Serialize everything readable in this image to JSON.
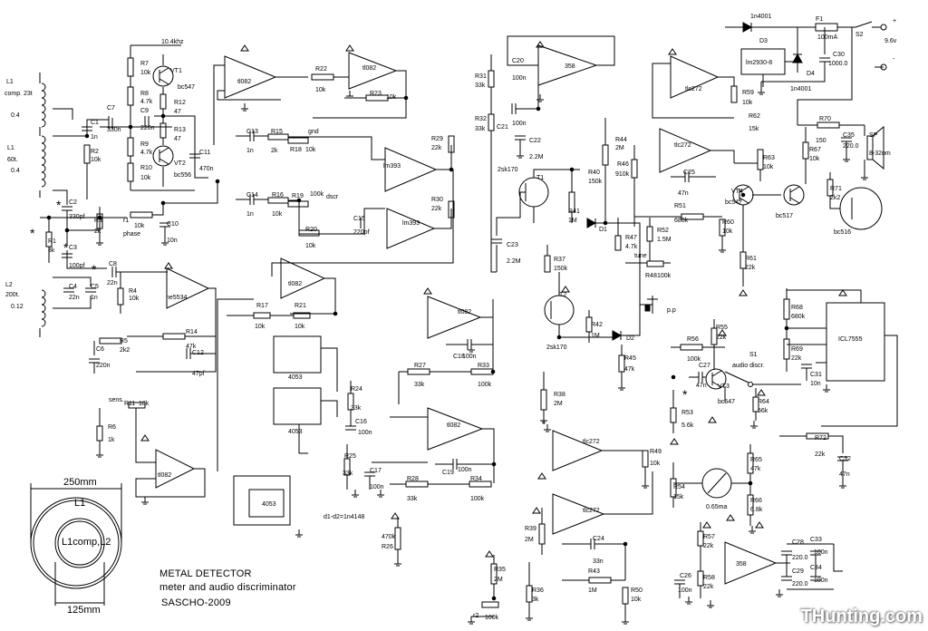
{
  "title": {
    "line1": "METAL DETECTOR",
    "line2": "meter and audio discriminator",
    "line3": "SASCHO-2009"
  },
  "watermark": "THunting.com",
  "coil": {
    "outer_dim": "250mm",
    "inner_dim": "125mm",
    "outer_label": "L1",
    "inner_label": "L1comp,L2"
  },
  "labels": [
    {
      "id": "l1c",
      "t": "L1"
    },
    {
      "id": "l1c2",
      "t": "comp. 23t"
    },
    {
      "id": "l1c3",
      "t": "0.4"
    },
    {
      "id": "l1",
      "t": "L1"
    },
    {
      "id": "l1b",
      "t": "60t."
    },
    {
      "id": "l1d",
      "t": "0.4"
    },
    {
      "id": "l2",
      "t": "L2"
    },
    {
      "id": "l2b",
      "t": "200t."
    },
    {
      "id": "l2c",
      "t": "0.12"
    },
    {
      "id": "f",
      "t": "10.4khz"
    },
    {
      "id": "r7",
      "t": "R7"
    },
    {
      "id": "r7v",
      "t": "10k"
    },
    {
      "id": "vt1",
      "t": "VT1"
    },
    {
      "id": "bc547a",
      "t": "bc547"
    },
    {
      "id": "r8",
      "t": "R8"
    },
    {
      "id": "r8v",
      "t": "4.7k"
    },
    {
      "id": "r12",
      "t": "R12"
    },
    {
      "id": "r12v",
      "t": "47"
    },
    {
      "id": "c7",
      "t": "C7"
    },
    {
      "id": "c7v",
      "t": "330n"
    },
    {
      "id": "c9",
      "t": "C9"
    },
    {
      "id": "c9v",
      "t": "220n"
    },
    {
      "id": "r13",
      "t": "R13"
    },
    {
      "id": "r13v",
      "t": "47"
    },
    {
      "id": "r9",
      "t": "R9"
    },
    {
      "id": "r9v",
      "t": "4.7k"
    },
    {
      "id": "c11",
      "t": "C11"
    },
    {
      "id": "c11v",
      "t": "470n"
    },
    {
      "id": "vt2",
      "t": "VT2"
    },
    {
      "id": "bc556",
      "t": "bc556"
    },
    {
      "id": "r10",
      "t": "R10"
    },
    {
      "id": "r10v",
      "t": "10k"
    },
    {
      "id": "c1",
      "t": "C1"
    },
    {
      "id": "c1v",
      "t": "1n"
    },
    {
      "id": "r2",
      "t": "R2"
    },
    {
      "id": "r2v",
      "t": "10k"
    },
    {
      "id": "c2",
      "t": "C2"
    },
    {
      "id": "c2v",
      "t": "330pf"
    },
    {
      "id": "r1",
      "t": "R1"
    },
    {
      "id": "r1v",
      "t": "3k"
    },
    {
      "id": "r3",
      "t": "R3"
    },
    {
      "id": "r3v",
      "t": "2k"
    },
    {
      "id": "rr1",
      "t": "r1"
    },
    {
      "id": "rr1v",
      "t": "10k"
    },
    {
      "id": "ph",
      "t": "phase"
    },
    {
      "id": "c10",
      "t": "C10"
    },
    {
      "id": "c10v",
      "t": "10n"
    },
    {
      "id": "c3",
      "t": "C3"
    },
    {
      "id": "c3v",
      "t": "100pf"
    },
    {
      "id": "c4",
      "t": "C4"
    },
    {
      "id": "c4v",
      "t": "22n"
    },
    {
      "id": "c5",
      "t": "C5"
    },
    {
      "id": "c5v",
      "t": "1n"
    },
    {
      "id": "c8",
      "t": "C8"
    },
    {
      "id": "c8v",
      "t": "22n"
    },
    {
      "id": "r4",
      "t": "R4"
    },
    {
      "id": "r4v",
      "t": "10k"
    },
    {
      "id": "ne",
      "t": "ne5534"
    },
    {
      "id": "r5",
      "t": "R5"
    },
    {
      "id": "r5v",
      "t": "2k2"
    },
    {
      "id": "r14",
      "t": "R14"
    },
    {
      "id": "r14v",
      "t": "47k"
    },
    {
      "id": "c6",
      "t": "C6"
    },
    {
      "id": "c6v",
      "t": "220n"
    },
    {
      "id": "c12",
      "t": "C12"
    },
    {
      "id": "c12v",
      "t": "47pf"
    },
    {
      "id": "sens",
      "t": "sens."
    },
    {
      "id": "r11",
      "t": "R11"
    },
    {
      "id": "r11v",
      "t": "10k"
    },
    {
      "id": "r6",
      "t": "R6"
    },
    {
      "id": "r6v",
      "t": "1k"
    },
    {
      "id": "tl082a",
      "t": "tl082"
    },
    {
      "id": "tl082b",
      "t": "tl082"
    },
    {
      "id": "tl082c",
      "t": "tl082"
    },
    {
      "id": "tl082d",
      "t": "tl082"
    },
    {
      "id": "tl082e",
      "t": "tl082"
    },
    {
      "id": "tl082f",
      "t": "tl082"
    },
    {
      "id": "r22",
      "t": "R22"
    },
    {
      "id": "r22v",
      "t": "10k"
    },
    {
      "id": "r23",
      "t": "R23"
    },
    {
      "id": "r23v",
      "t": "10k"
    },
    {
      "id": "c13",
      "t": "C13"
    },
    {
      "id": "c13v",
      "t": "1n"
    },
    {
      "id": "r15",
      "t": "R15"
    },
    {
      "id": "r15v",
      "t": "2k"
    },
    {
      "id": "r18",
      "t": "R18"
    },
    {
      "id": "r18v",
      "t": "10k"
    },
    {
      "id": "gnd",
      "t": "gnd"
    },
    {
      "id": "c14",
      "t": "C14"
    },
    {
      "id": "c14v",
      "t": "1n"
    },
    {
      "id": "r16",
      "t": "R16"
    },
    {
      "id": "r16v",
      "t": "10k"
    },
    {
      "id": "r19",
      "t": "R19"
    },
    {
      "id": "r19v",
      "t": "100k"
    },
    {
      "id": "dscr",
      "t": "dscr"
    },
    {
      "id": "r20",
      "t": "R20"
    },
    {
      "id": "r20v",
      "t": "10k"
    },
    {
      "id": "c15",
      "t": "C15"
    },
    {
      "id": "c15v",
      "t": "220pf"
    },
    {
      "id": "lm393a",
      "t": "lm393"
    },
    {
      "id": "lm393b",
      "t": "lm393"
    },
    {
      "id": "r29",
      "t": "R29"
    },
    {
      "id": "r29v",
      "t": "22k"
    },
    {
      "id": "r30",
      "t": "R30"
    },
    {
      "id": "r30v",
      "t": "22k"
    },
    {
      "id": "r17",
      "t": "R17"
    },
    {
      "id": "r17v",
      "t": "10k"
    },
    {
      "id": "r21",
      "t": "R21"
    },
    {
      "id": "r21v",
      "t": "10k"
    },
    {
      "id": "ic4053a",
      "t": "4053"
    },
    {
      "id": "ic4053b",
      "t": "4053"
    },
    {
      "id": "ic4053c",
      "t": "4053"
    },
    {
      "id": "r24",
      "t": "R24"
    },
    {
      "id": "r24v",
      "t": "33k"
    },
    {
      "id": "c16",
      "t": "C16"
    },
    {
      "id": "c16v",
      "t": "100n"
    },
    {
      "id": "r25",
      "t": "R25"
    },
    {
      "id": "r25v",
      "t": "33k"
    },
    {
      "id": "c17",
      "t": "C17"
    },
    {
      "id": "c17v",
      "t": "100n"
    },
    {
      "id": "r27",
      "t": "R27"
    },
    {
      "id": "r27v",
      "t": "33k"
    },
    {
      "id": "r33",
      "t": "R33"
    },
    {
      "id": "r33v",
      "t": "100k"
    },
    {
      "id": "c18",
      "t": "C18"
    },
    {
      "id": "c18v",
      "t": "100n"
    },
    {
      "id": "c19",
      "t": "C19"
    },
    {
      "id": "c19v",
      "t": "100n"
    },
    {
      "id": "r28",
      "t": "R28"
    },
    {
      "id": "r28v",
      "t": "33k"
    },
    {
      "id": "r34",
      "t": "R34"
    },
    {
      "id": "r34v",
      "t": "100k"
    },
    {
      "id": "r26",
      "t": "R26"
    },
    {
      "id": "r26v",
      "t": "470k"
    },
    {
      "id": "dnote",
      "t": "d1-d2=1n4148"
    },
    {
      "id": "r31",
      "t": "R31"
    },
    {
      "id": "r31v",
      "t": "33k"
    },
    {
      "id": "r32",
      "t": "R32"
    },
    {
      "id": "r32v",
      "t": "33k"
    },
    {
      "id": "c20",
      "t": "C20"
    },
    {
      "id": "c20v",
      "t": "100n"
    },
    {
      "id": "c21",
      "t": "C21"
    },
    {
      "id": "c21v",
      "t": "100n"
    },
    {
      "id": "c22",
      "t": "C22"
    },
    {
      "id": "c22v",
      "t": "2.2M"
    },
    {
      "id": "ic358a",
      "t": "358"
    },
    {
      "id": "ic358b",
      "t": "358"
    },
    {
      "id": "sk1",
      "t": "2sk170"
    },
    {
      "id": "t1",
      "t": "T1"
    },
    {
      "id": "r40",
      "t": "R40"
    },
    {
      "id": "r40v",
      "t": "150k"
    },
    {
      "id": "r41",
      "t": "R41"
    },
    {
      "id": "r41v",
      "t": "1M"
    },
    {
      "id": "r44",
      "t": "R44"
    },
    {
      "id": "r44v",
      "t": "2M"
    },
    {
      "id": "d1",
      "t": "D1"
    },
    {
      "id": "c23",
      "t": "C23"
    },
    {
      "id": "c23v",
      "t": "2.2M"
    },
    {
      "id": "r37",
      "t": "R37"
    },
    {
      "id": "r37v",
      "t": "150k"
    },
    {
      "id": "t2",
      "t": "T2"
    },
    {
      "id": "sk2",
      "t": "2sk170"
    },
    {
      "id": "r42",
      "t": "R42"
    },
    {
      "id": "r42v",
      "t": "1M"
    },
    {
      "id": "d2",
      "t": "D2"
    },
    {
      "id": "r45",
      "t": "R45"
    },
    {
      "id": "r45v",
      "t": "47k"
    },
    {
      "id": "pp",
      "t": "p.p"
    },
    {
      "id": "r38",
      "t": "R38"
    },
    {
      "id": "r38v",
      "t": "2M"
    },
    {
      "id": "tlc1",
      "t": "tlc272"
    },
    {
      "id": "tlc2",
      "t": "tlc272"
    },
    {
      "id": "tlc3",
      "t": "tlc272"
    },
    {
      "id": "tlc4",
      "t": "tlc272"
    },
    {
      "id": "r59",
      "t": "R59"
    },
    {
      "id": "r59v",
      "t": "10k"
    },
    {
      "id": "r46",
      "t": "R46"
    },
    {
      "id": "r46v",
      "t": "910k"
    },
    {
      "id": "c25",
      "t": "C25"
    },
    {
      "id": "c25v",
      "t": "47n"
    },
    {
      "id": "r63",
      "t": "R63"
    },
    {
      "id": "r63v",
      "t": "10k"
    },
    {
      "id": "r62",
      "t": "R62"
    },
    {
      "id": "r62v",
      "t": "15k"
    },
    {
      "id": "r51",
      "t": "R51"
    },
    {
      "id": "r51v",
      "t": "680k"
    },
    {
      "id": "r52",
      "t": "R52"
    },
    {
      "id": "r52v",
      "t": "1.5M"
    },
    {
      "id": "r47",
      "t": "R47"
    },
    {
      "id": "r47v",
      "t": "4.7k"
    },
    {
      "id": "tune",
      "t": "tune"
    },
    {
      "id": "r48",
      "t": "R48"
    },
    {
      "id": "r48v",
      "t": "100k"
    },
    {
      "id": "r60",
      "t": "R60"
    },
    {
      "id": "r60v",
      "t": "10k"
    },
    {
      "id": "vt4",
      "t": "VT4"
    },
    {
      "id": "bc547b",
      "t": "bc547"
    },
    {
      "id": "bc517",
      "t": "bc517"
    },
    {
      "id": "bc516",
      "t": "bc516"
    },
    {
      "id": "r61",
      "t": "R61"
    },
    {
      "id": "r61v",
      "t": "22k"
    },
    {
      "id": "r70",
      "t": "R70"
    },
    {
      "id": "r70v",
      "t": "150"
    },
    {
      "id": "r67",
      "t": "R67"
    },
    {
      "id": "r67v",
      "t": "10k"
    },
    {
      "id": "r71",
      "t": "R71"
    },
    {
      "id": "r71v",
      "t": "2k2"
    },
    {
      "id": "c35",
      "t": "C35"
    },
    {
      "id": "c35v",
      "t": "220.0"
    },
    {
      "id": "sp",
      "t": "SP"
    },
    {
      "id": "spv",
      "t": "8-32om"
    },
    {
      "id": "d3",
      "t": "D3"
    },
    {
      "id": "n1",
      "t": "1n4001"
    },
    {
      "id": "n2",
      "t": "1n4001"
    },
    {
      "id": "d4",
      "t": "D4"
    },
    {
      "id": "lm",
      "t": "lm2930-8"
    },
    {
      "id": "f1",
      "t": "F1"
    },
    {
      "id": "f1v",
      "t": "100mA"
    },
    {
      "id": "c30",
      "t": "C30"
    },
    {
      "id": "c30v",
      "t": "1000.0"
    },
    {
      "id": "s2",
      "t": "S2"
    },
    {
      "id": "v96",
      "t": "9.6v"
    },
    {
      "id": "plus",
      "t": "+"
    },
    {
      "id": "minus",
      "t": "-"
    },
    {
      "id": "r68",
      "t": "R68"
    },
    {
      "id": "r68v",
      "t": "680k"
    },
    {
      "id": "r69",
      "t": "R69"
    },
    {
      "id": "r69v",
      "t": "22k"
    },
    {
      "id": "c31",
      "t": "C31"
    },
    {
      "id": "c31v",
      "t": "10n"
    },
    {
      "id": "icl",
      "t": "ICL7555"
    },
    {
      "id": "r56",
      "t": "R56"
    },
    {
      "id": "r56v",
      "t": "100k"
    },
    {
      "id": "r55",
      "t": "R55"
    },
    {
      "id": "r55v",
      "t": "22k"
    },
    {
      "id": "c27",
      "t": "C27"
    },
    {
      "id": "c27v",
      "t": "47n"
    },
    {
      "id": "s1",
      "t": "S1"
    },
    {
      "id": "s1v",
      "t": "audio discr."
    },
    {
      "id": "vt3",
      "t": "VT3"
    },
    {
      "id": "bc547c",
      "t": "bc547"
    },
    {
      "id": "r53",
      "t": "R53"
    },
    {
      "id": "r53v",
      "t": "5.6k"
    },
    {
      "id": "r64",
      "t": "R64"
    },
    {
      "id": "r64v",
      "t": "56k"
    },
    {
      "id": "r72",
      "t": "R72"
    },
    {
      "id": "r72v",
      "t": "22k"
    },
    {
      "id": "c32",
      "t": "C32"
    },
    {
      "id": "c32v",
      "t": "47n"
    },
    {
      "id": "r49",
      "t": "R49"
    },
    {
      "id": "r49v",
      "t": "10k"
    },
    {
      "id": "r54",
      "t": "R54"
    },
    {
      "id": "r54v",
      "t": "15k"
    },
    {
      "id": "meter",
      "t": "0.65ma"
    },
    {
      "id": "r65",
      "t": "R65"
    },
    {
      "id": "r65v",
      "t": "47k"
    },
    {
      "id": "r66",
      "t": "R66"
    },
    {
      "id": "r66v",
      "t": "6.8k"
    },
    {
      "id": "r39",
      "t": "R39"
    },
    {
      "id": "r39v",
      "t": "2M"
    },
    {
      "id": "c24",
      "t": "C24"
    },
    {
      "id": "c24v",
      "t": "33n"
    },
    {
      "id": "r43",
      "t": "R43"
    },
    {
      "id": "r43v",
      "t": "1M"
    },
    {
      "id": "r35",
      "t": "R35"
    },
    {
      "id": "r35v",
      "t": "2M"
    },
    {
      "id": "r36",
      "t": "R36"
    },
    {
      "id": "r36v",
      "t": "3k"
    },
    {
      "id": "rr2",
      "t": "r2"
    },
    {
      "id": "rr2v",
      "t": "100k"
    },
    {
      "id": "r50",
      "t": "R50"
    },
    {
      "id": "r50v",
      "t": "10k"
    },
    {
      "id": "c26",
      "t": "C26"
    },
    {
      "id": "c26v",
      "t": "100n"
    },
    {
      "id": "r58",
      "t": "R58"
    },
    {
      "id": "r58v",
      "t": "22k"
    },
    {
      "id": "r57",
      "t": "R57"
    },
    {
      "id": "r57v",
      "t": "22k"
    },
    {
      "id": "c28",
      "t": "C28"
    },
    {
      "id": "c28v",
      "t": "220.0"
    },
    {
      "id": "c29",
      "t": "C29"
    },
    {
      "id": "c29v",
      "t": "220.0"
    },
    {
      "id": "c33",
      "t": "C33"
    },
    {
      "id": "c33v",
      "t": "100n"
    },
    {
      "id": "c34",
      "t": "C34"
    },
    {
      "id": "c34v",
      "t": "100n"
    }
  ]
}
